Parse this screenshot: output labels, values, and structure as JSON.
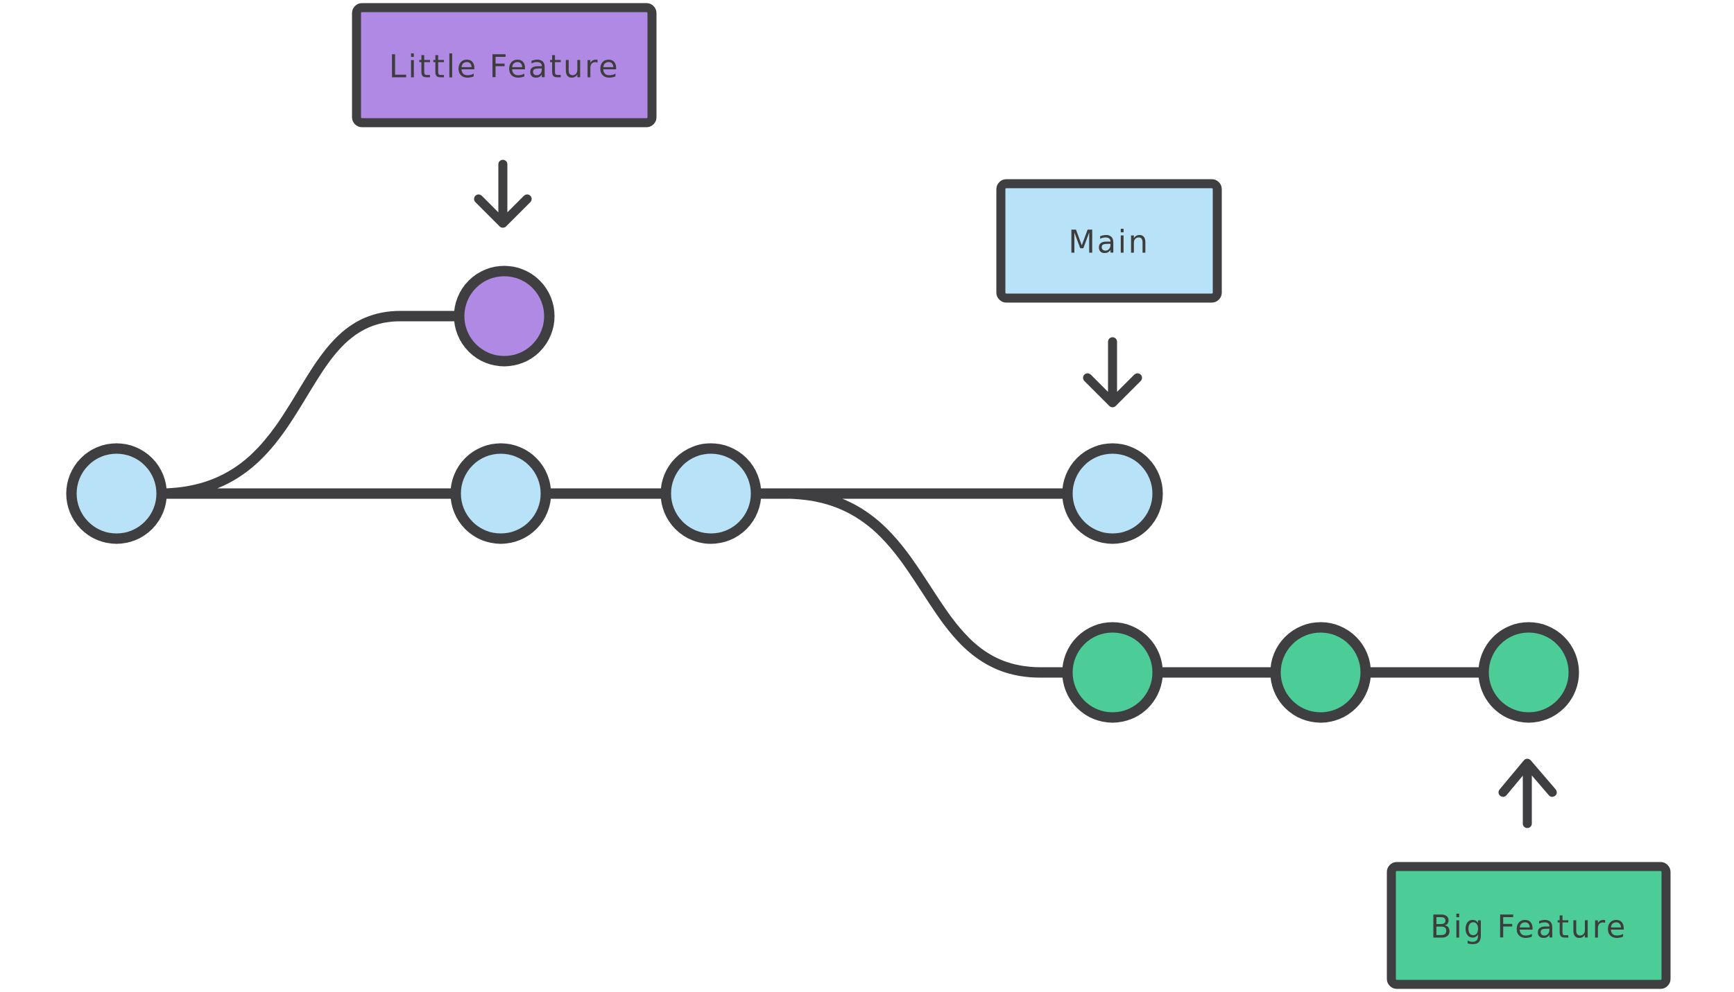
{
  "colors": {
    "background": "#ffffff",
    "outline": "#3f3f41",
    "text": "#3d3d3d",
    "main_blue": "#b8e2f8",
    "feature_purple": "#b089e5",
    "feature_green": "#4ccc96"
  },
  "labels": {
    "little_feature": "Little Feature",
    "main": "Main",
    "big_feature": "Big Feature"
  },
  "icons": {
    "little_feature_arrow": "down-arrow",
    "main_arrow": "down-arrow",
    "big_feature_arrow": "up-arrow"
  },
  "graph": {
    "type": "git-branch-diagram",
    "branches": [
      {
        "id": "main",
        "label": "Main",
        "color": "#b8e2f8",
        "commit_count": 4
      },
      {
        "id": "little-feature",
        "label": "Little Feature",
        "color": "#b089e5",
        "commit_count": 1,
        "forks_from": "main"
      },
      {
        "id": "big-feature",
        "label": "Big Feature",
        "color": "#4ccc96",
        "commit_count": 3,
        "forks_from": "main"
      }
    ]
  }
}
